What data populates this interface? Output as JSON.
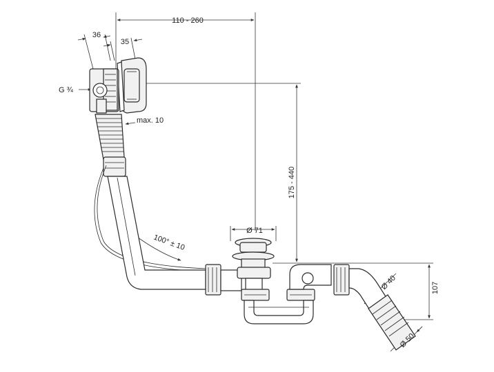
{
  "dimensions": {
    "overflow_reach": "110 - 260",
    "width_36": "36",
    "width_35": "35",
    "thread": "G ¾",
    "max_10": "max. 10",
    "height_range": "175 - 440",
    "drain_diameter": "Ø 71",
    "angle": "100° ± 10",
    "pipe_diameter_40": "Ø 40",
    "outlet_diameter_50": "Ø 50",
    "trap_height": "107"
  }
}
